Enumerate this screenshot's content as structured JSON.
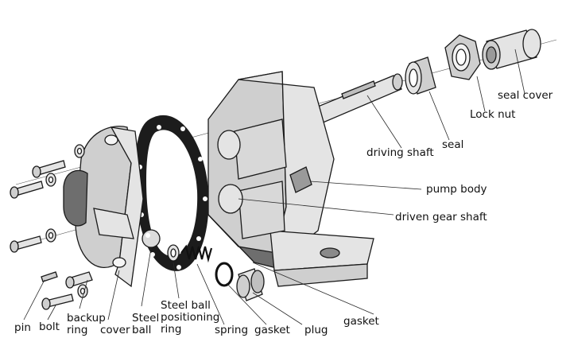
{
  "labels": {
    "seal_cover": "seal cover",
    "lock_nut": "Lock nut",
    "seal": "seal",
    "driving_shaft": "driving shaft",
    "pump_body": "pump body",
    "driven_gear_shaft": "driven gear shaft",
    "gasket_right": "gasket",
    "plug": "plug",
    "gasket_bottom": "gasket",
    "spring": "spring",
    "steel_ball_positioning_ring_l1": "Steel ball",
    "steel_ball_positioning_ring_l2": "positioning",
    "steel_ball_positioning_ring_l3": "ring",
    "steel_ball_l1": "Steel",
    "steel_ball_l2": "ball",
    "cover": "cover",
    "backup_ring_l1": "backup",
    "backup_ring_l2": "ring",
    "bolt": "bolt",
    "pin": "pin"
  }
}
